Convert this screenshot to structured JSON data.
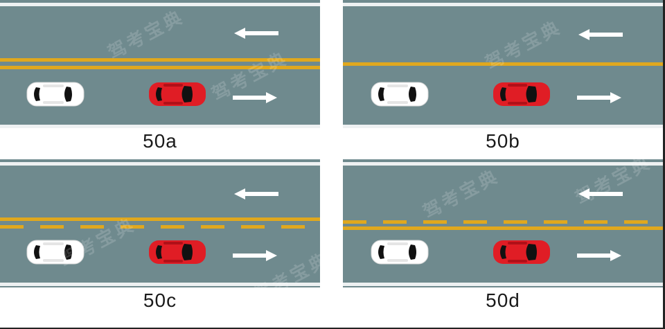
{
  "panels": [
    {
      "caption": "50a"
    },
    {
      "caption": "50b"
    },
    {
      "caption": "50c"
    },
    {
      "caption": "50d"
    }
  ],
  "watermark_text": "驾考宝典",
  "colors": {
    "road": "#6f8a8e",
    "center_line": "#e0a81e",
    "edge_line": "#eef1f2",
    "red_car": "#e01d25",
    "white_car": "#ffffff"
  },
  "icons": [
    "white-car-icon",
    "red-car-icon",
    "left-arrow-icon",
    "right-arrow-icon"
  ]
}
